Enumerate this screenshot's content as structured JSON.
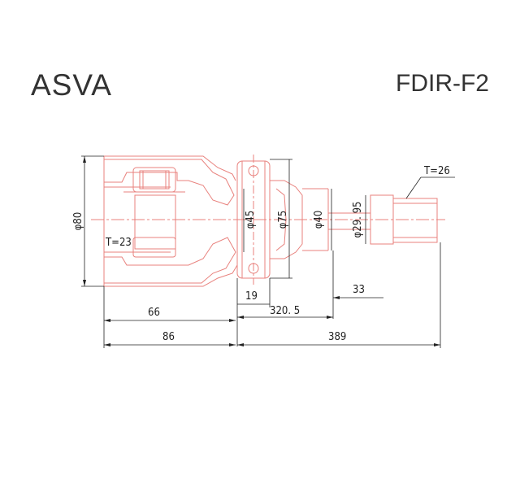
{
  "header": {
    "brand": "ASVA",
    "part_number": "FDIR-F2"
  },
  "dimensions": {
    "outer_diameter": "φ80",
    "housing_thickness": "T=23",
    "bearing_diameter": "φ45",
    "flange_diameter": "φ75",
    "seat_diameter": "φ40",
    "shaft_diameter": "φ29. 95",
    "spline_teeth": "T=26",
    "housing_length": "66",
    "overall_cup": "86",
    "flange_width": "19",
    "shaft_length": "320. 5",
    "spline_length": "33",
    "overall_length": "389"
  },
  "colors": {
    "section_line": "#e8807c",
    "dimension_line": "#222222",
    "text": "#333333"
  }
}
